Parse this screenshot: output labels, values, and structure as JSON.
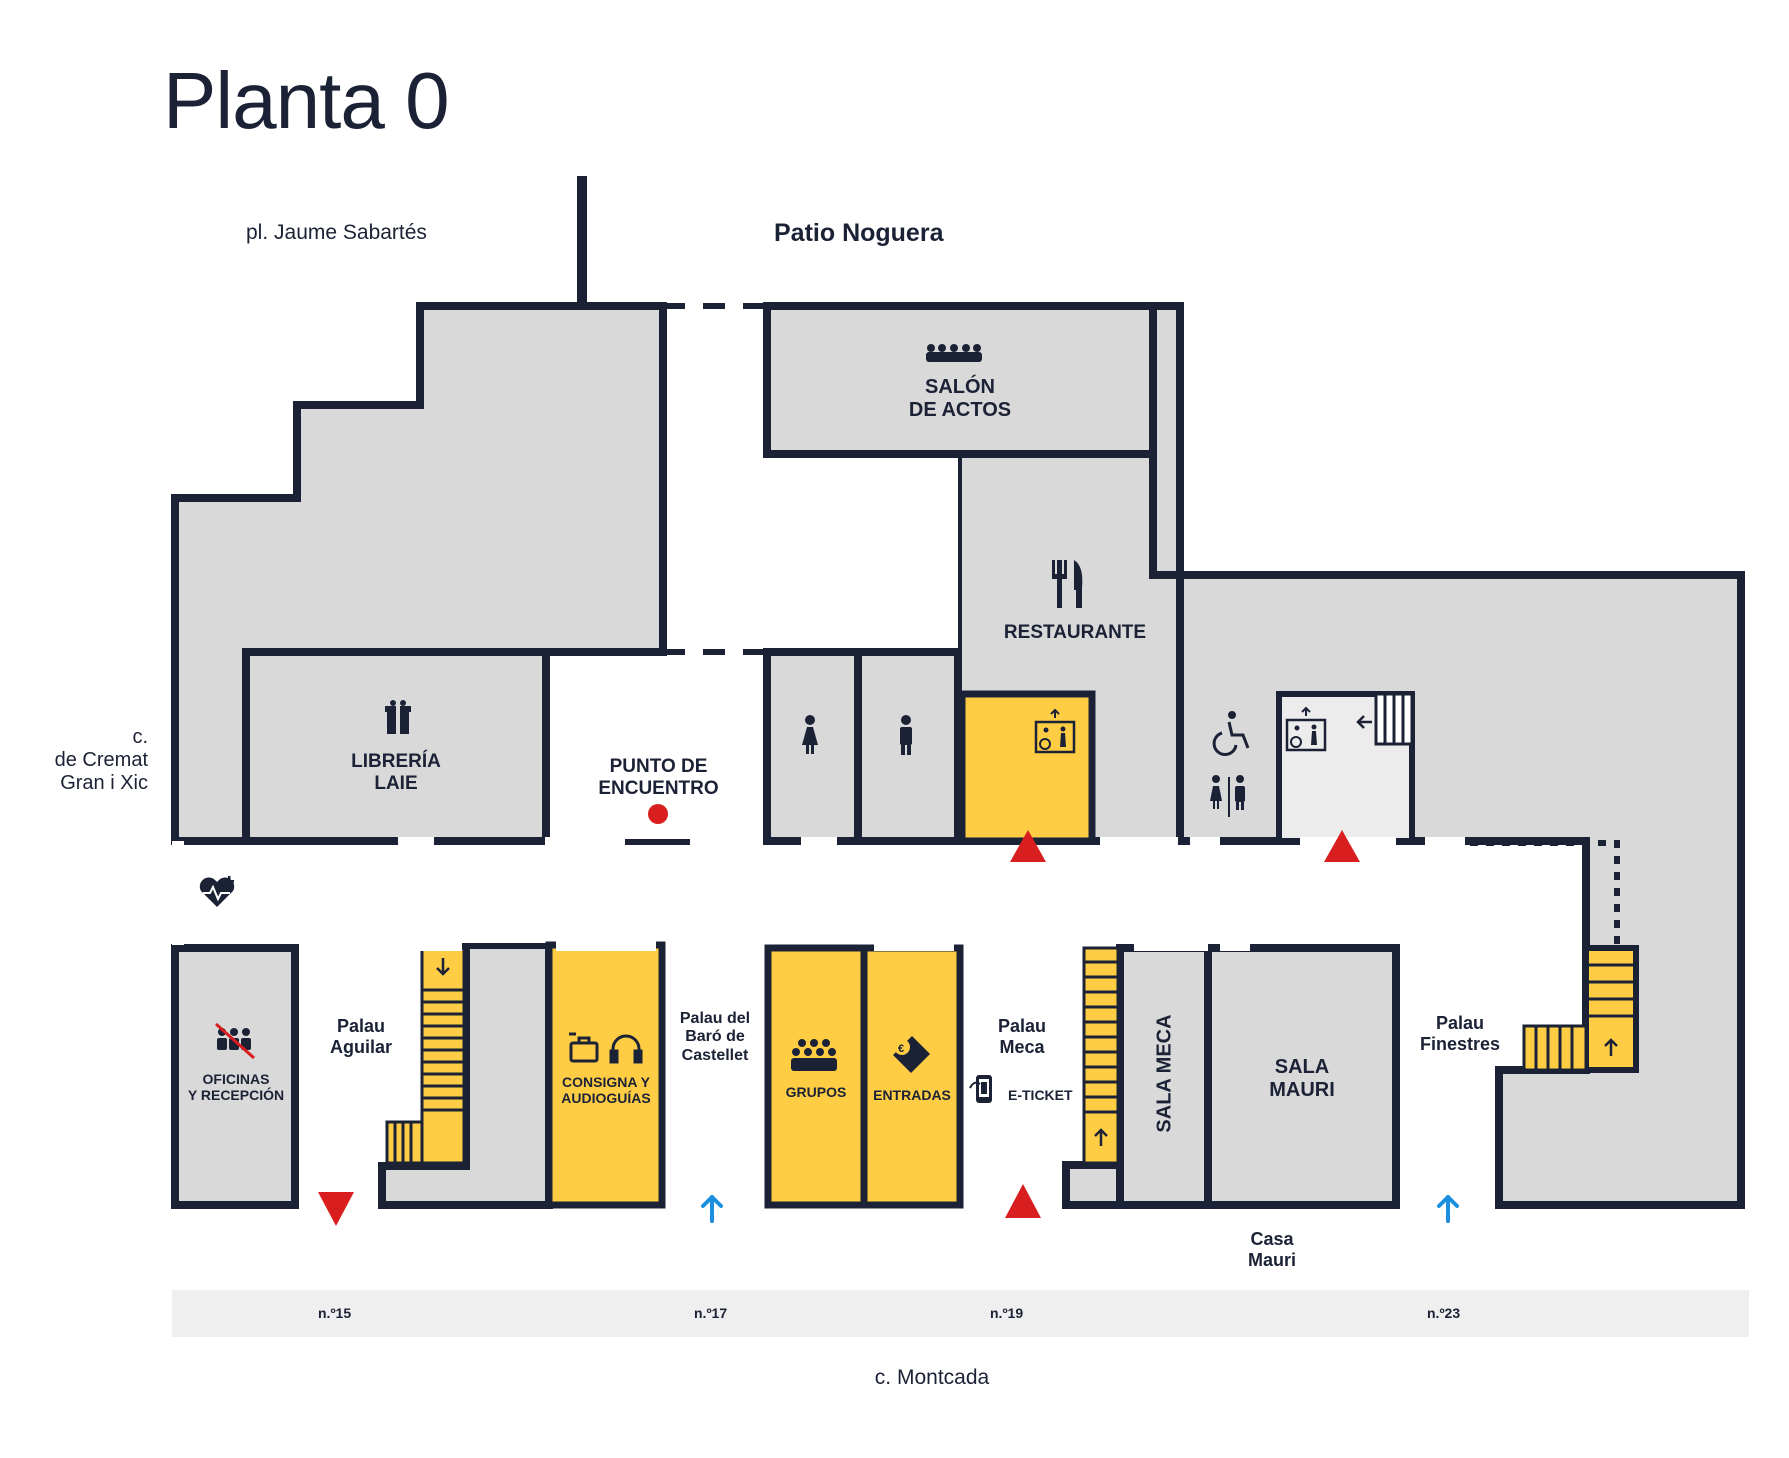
{
  "title": "Planta 0",
  "colors": {
    "wall": "#1c2236",
    "room": "#d9d9d9",
    "yellow": "#fecd44",
    "red": "#d81e1e",
    "blue": "#1a8fe0",
    "street": "#efefef",
    "light_room": "#ececec"
  },
  "streets": {
    "north_plaza": "pl. Jaume Sabartés",
    "west_street": "c.\nde Cremat\nGran i Xic",
    "south_street": "c. Montcada"
  },
  "courtyard": "Patio Noguera",
  "rooms": {
    "salon": "SALÓN\nDE ACTOS",
    "restaurante": "RESTAURANTE",
    "libreria": "LIBRERÍA\nLAIE",
    "punto": "PUNTO DE\nENCUENTRO",
    "oficinas": "OFICINAS\nY RECEPCIÓN",
    "consigna": "CONSIGNA Y\nAUDIOGUÍAS",
    "grupos": "GRUPOS",
    "entradas": "ENTRADAS",
    "eticket": "E-TICKET",
    "sala_meca": "SALA MECA",
    "sala_mauri": "SALA\nMAURI"
  },
  "buildings": {
    "aguilar": "Palau\nAguilar",
    "baro": "Palau del\nBaró de\nCastellet",
    "meca": "Palau\nMeca",
    "finestres": "Palau\nFinestres",
    "casa_mauri": "Casa\nMauri"
  },
  "street_numbers": [
    "n.º15",
    "n.º17",
    "n.º19",
    "n.º23"
  ],
  "icons": {
    "seats": "auditorium-seats-icon",
    "cutlery": "fork-knife-icon",
    "gift": "gift-icon",
    "meeting_point": "meeting-point-dot-icon",
    "first_aid": "heart-plus-icon",
    "no_groups": "no-groups-icon",
    "luggage": "luggage-icon",
    "headphones": "headphones-icon",
    "groups": "group-people-icon",
    "ticket": "euro-ticket-icon",
    "mobile_ticket": "mobile-ticket-icon",
    "woman_wc": "woman-toilet-icon",
    "man_wc": "man-toilet-icon",
    "wheelchair": "wheelchair-icon",
    "wc": "toilets-icon",
    "lift": "accessible-lift-icon",
    "entrance": "entrance-arrow-icon",
    "exit": "exit-arrow-icon"
  }
}
